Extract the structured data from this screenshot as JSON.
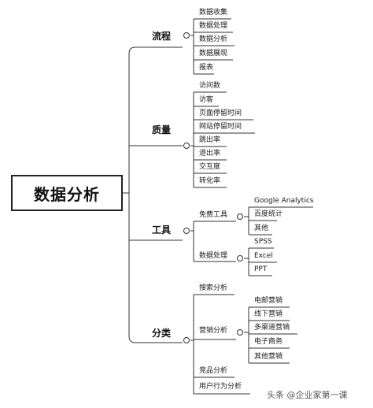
{
  "root": {
    "label": "数据分析"
  },
  "branches": [
    {
      "label": "流程",
      "children": [
        "数据收集",
        "数据处理",
        "数据分析",
        "数据展现",
        "报表"
      ]
    },
    {
      "label": "质量",
      "children": [
        "访问数",
        "访客",
        "页面停留时间",
        "网站停留时间",
        "跳出率",
        "退出率",
        "交互度",
        "转化率"
      ]
    },
    {
      "label": "工具",
      "groups": [
        {
          "label": "免费工具",
          "children": [
            "Google Analytics",
            "百度统计",
            "其他"
          ]
        },
        {
          "label": "数据处理",
          "children": [
            "SPSS",
            "Excel",
            "PPT"
          ]
        }
      ]
    },
    {
      "label": "分类",
      "items": [
        {
          "label": "搜索分析"
        },
        {
          "label": "营销分析",
          "children": [
            "电邮营销",
            "线下营销",
            "多渠道营销",
            "电子商务",
            "其他营销"
          ]
        },
        {
          "label": "竞品分析"
        },
        {
          "label": "用户行为分析"
        }
      ]
    }
  ],
  "watermark": "头条 @企业家第一课"
}
